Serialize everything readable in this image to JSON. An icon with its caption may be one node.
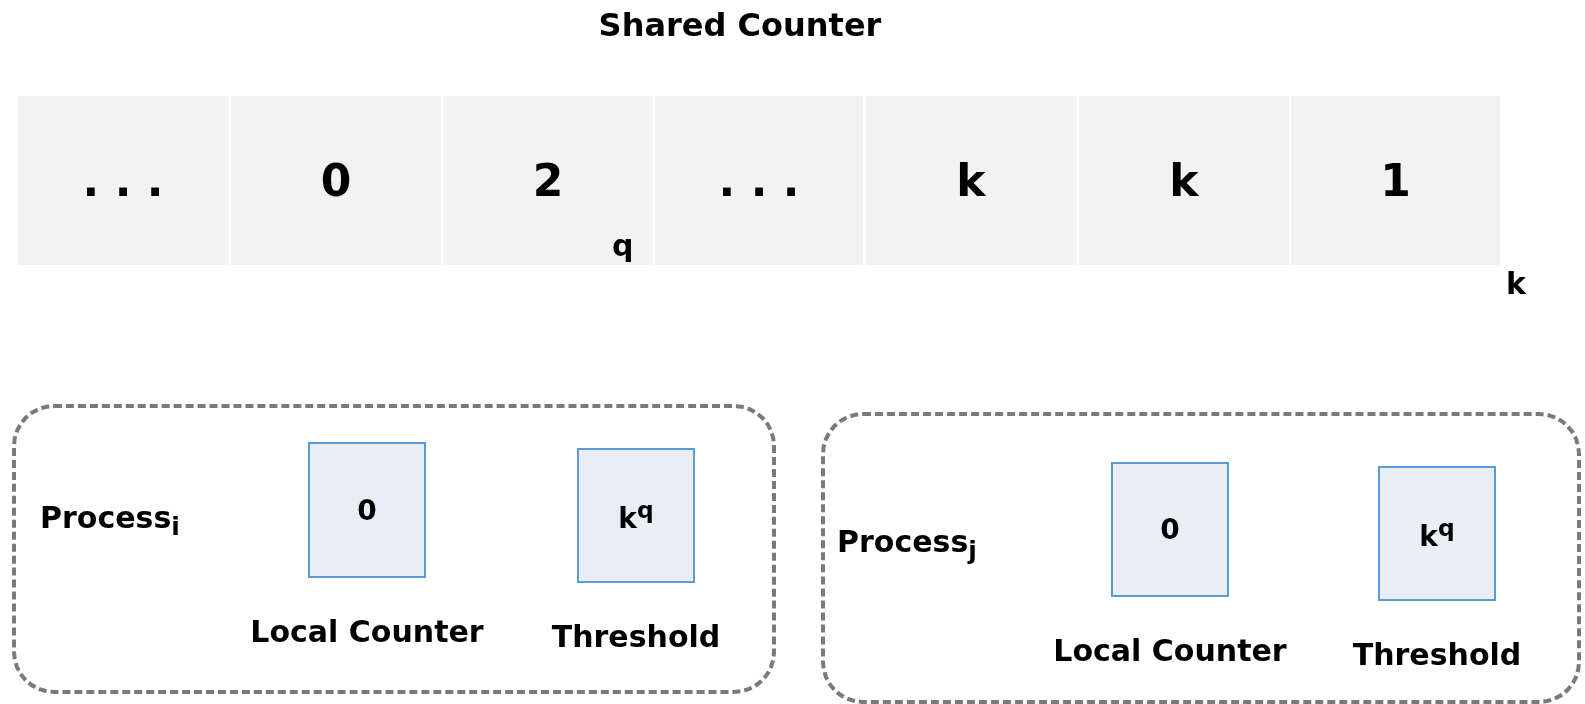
{
  "diagram": {
    "title": "Shared Counter",
    "nodes": [
      {
        "text": [
          ". . ."
        ]
      },
      {
        "text": [
          "0"
        ]
      },
      {
        "text": [
          "2"
        ]
      },
      {
        "text": [
          ". . ."
        ]
      },
      {
        "text": [
          "k"
        ]
      },
      {
        "text": [
          "k"
        ]
      },
      {
        "text": [
          "1"
        ]
      },
      {
        "text": [
          "Process$_{i}$"
        ]
      },
      {
        "text": [
          "0"
        ],
        "in": 7,
        "beside": [
          "Local Counter"
        ]
      },
      {
        "text": [
          "k$^{q}$"
        ],
        "in": 7,
        "beside": [
          "Threshold"
        ]
      },
      {
        "text": [
          "Process$_{j}$"
        ]
      },
      {
        "text": [
          "0"
        ],
        "in": 10,
        "beside": [
          "Local Counter"
        ]
      },
      {
        "text": [
          "k$^{q}$"
        ],
        "in": 10,
        "beside": [
          "Threshold"
        ]
      }
    ],
    "labels": [
      "q",
      "k"
    ]
  }
}
